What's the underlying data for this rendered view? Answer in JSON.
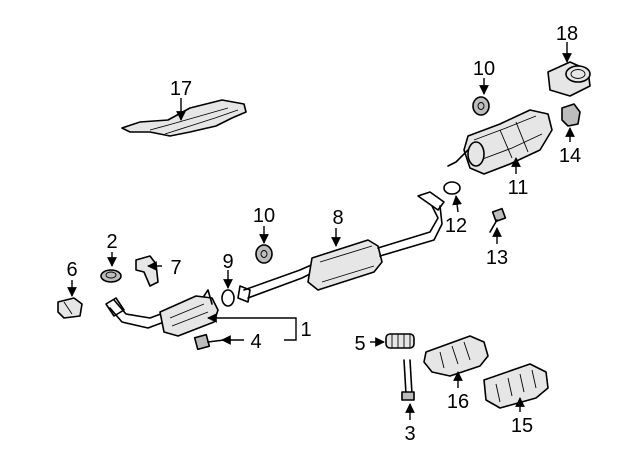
{
  "callouts": {
    "c1": "1",
    "c2": "2",
    "c3": "3",
    "c4": "4",
    "c5": "5",
    "c6": "6",
    "c7": "7",
    "c8": "8",
    "c9": "9",
    "c10a": "10",
    "c10b": "10",
    "c11": "11",
    "c12": "12",
    "c13": "13",
    "c14": "14",
    "c15": "15",
    "c16": "16",
    "c17": "17",
    "c18": "18"
  }
}
